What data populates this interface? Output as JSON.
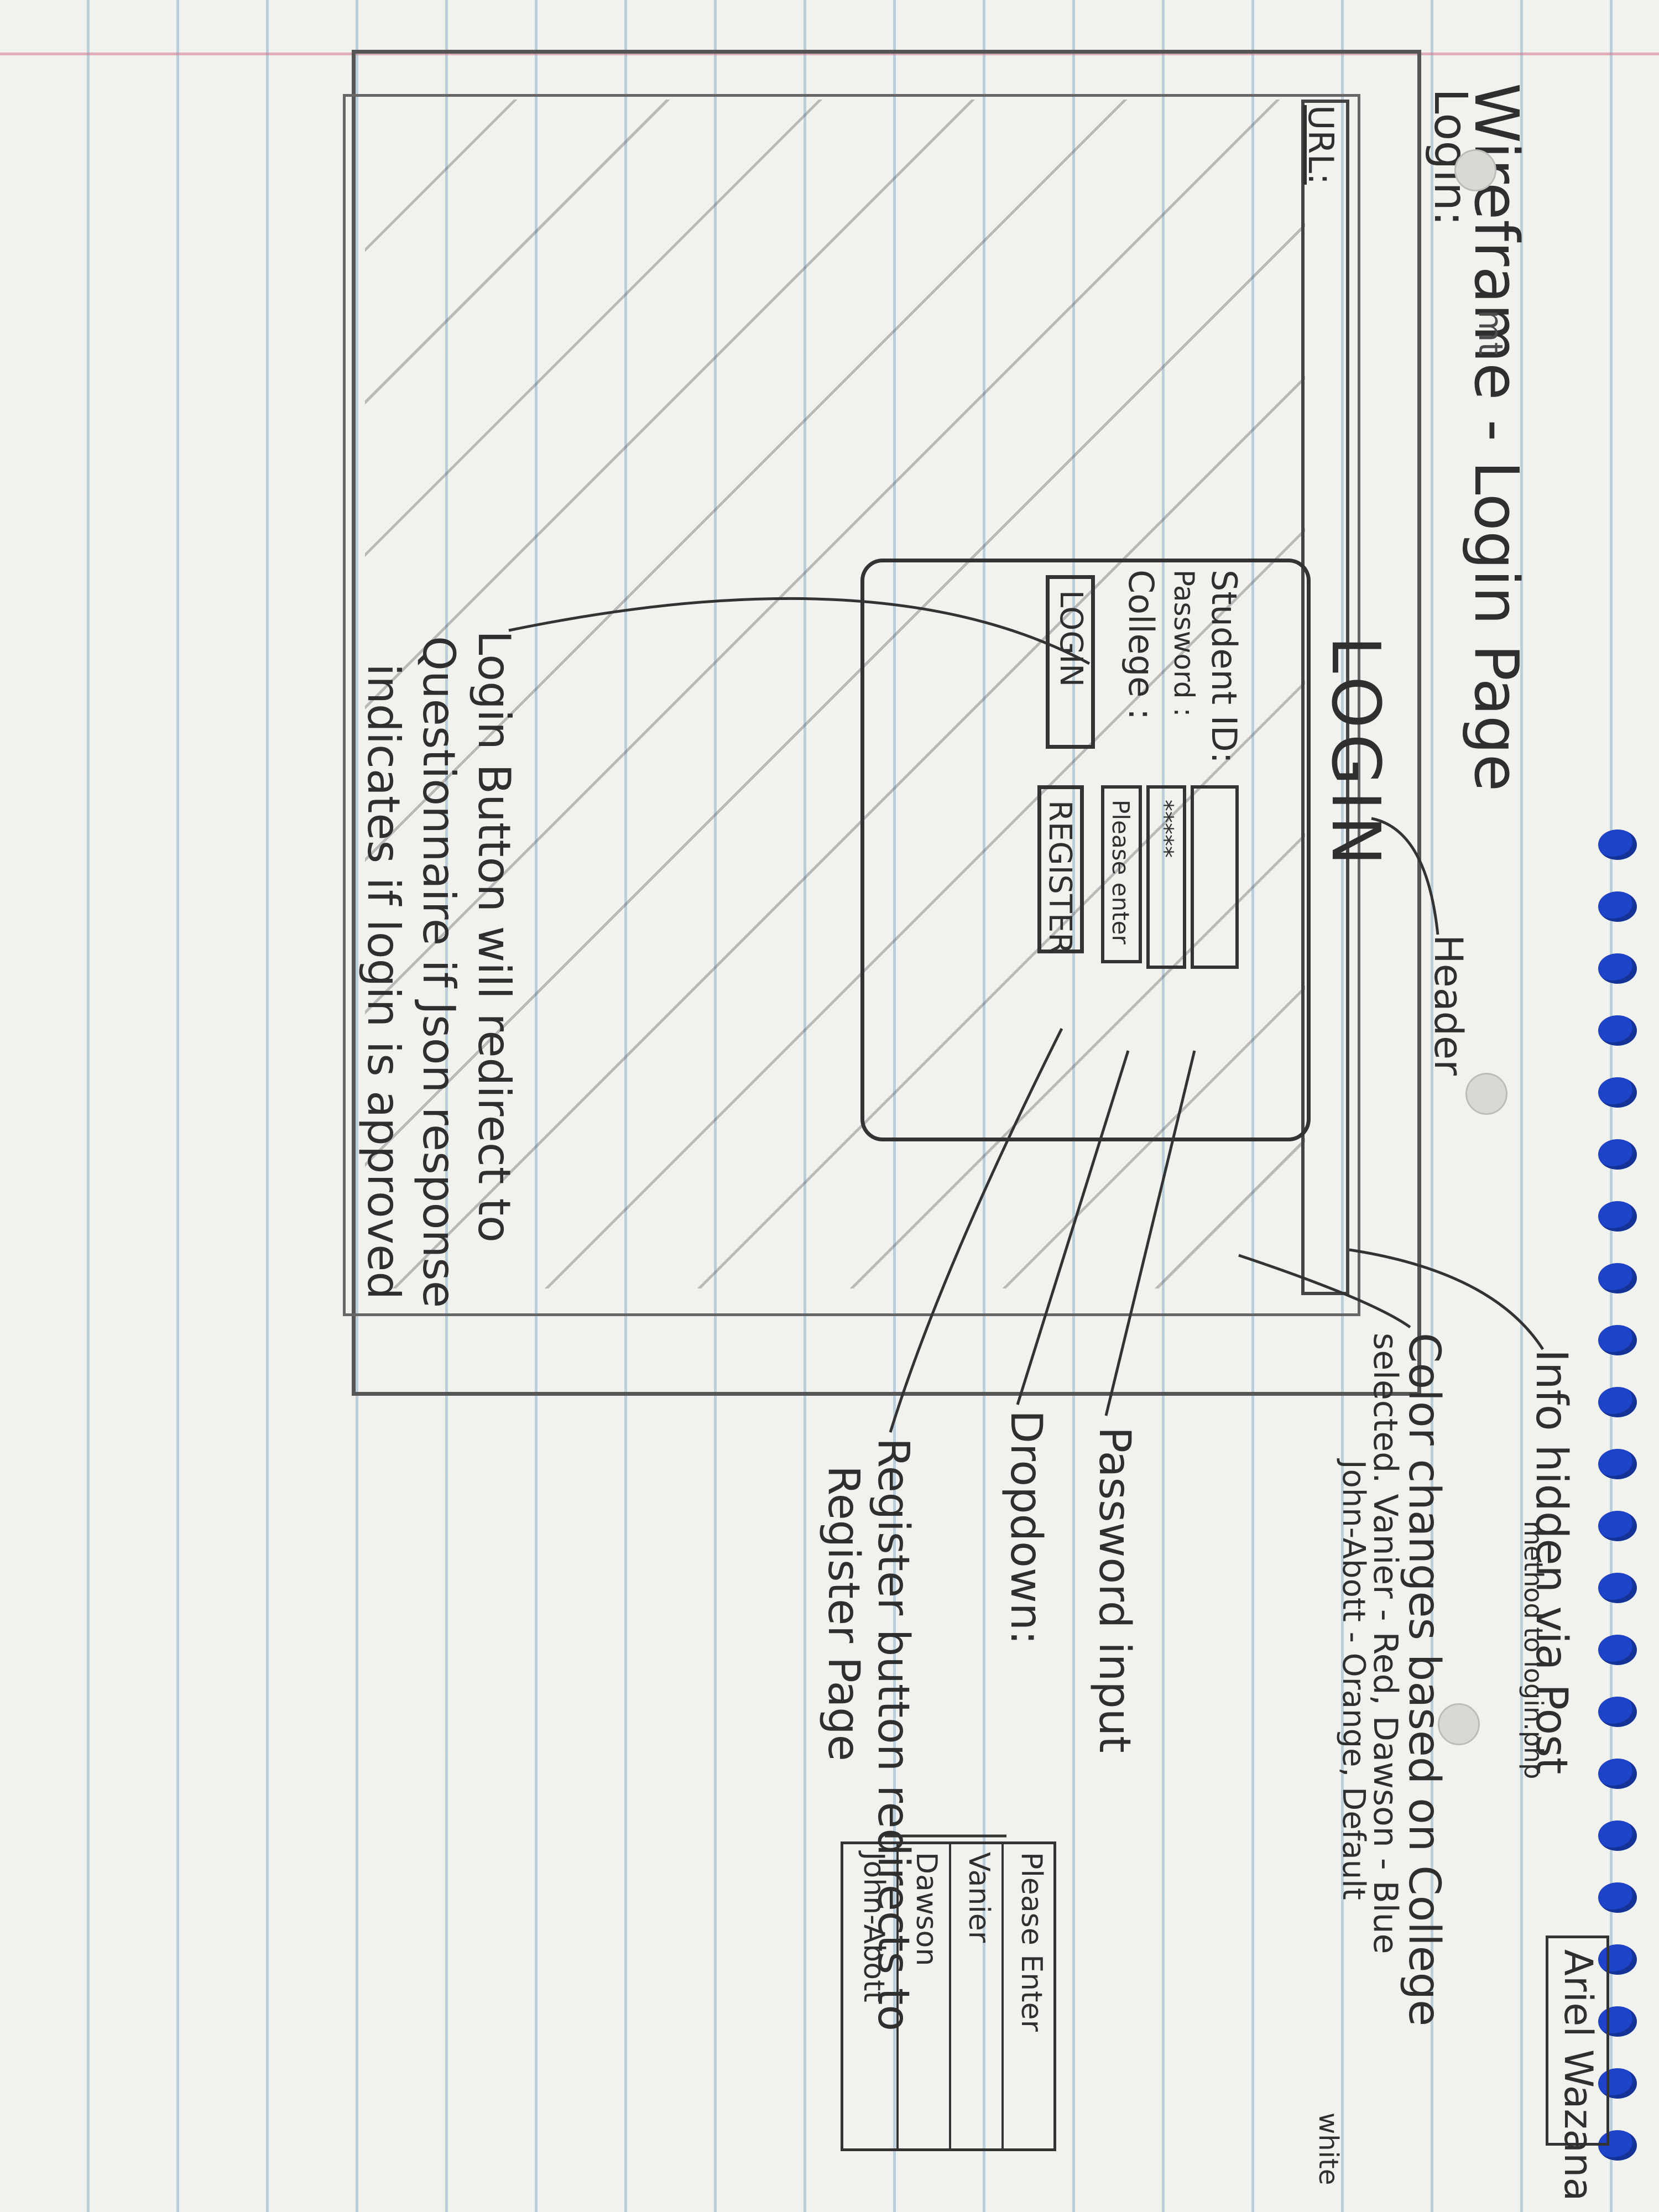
{
  "title": "Wireframe - Login Page",
  "login_label": "Login:",
  "mark": "mt",
  "url_label": "URL:",
  "header_note": "Header",
  "card": {
    "heading": "LOGIN",
    "student_id_label": "Student ID:",
    "password_label": "Password :",
    "college_label": "College :",
    "password_value": "*****",
    "college_value": "Please enter",
    "login_button": "LOGIN",
    "register_button": "REGISTER"
  },
  "annotations": {
    "info_hidden": "Info hidden via Post",
    "method": "method to login.php",
    "name": "Ariel Wazana",
    "color_line1": "Color changes based on College",
    "color_line2": "selected. Vanier - Red, Dawson - Blue",
    "color_line3": "John-Abott - Orange, Default",
    "color_line4": "white",
    "password_input": "Password input",
    "dropdown": "Dropdown:",
    "dropdown_options": [
      "Please Enter",
      "Vanier",
      "Dawson",
      "John-Abott"
    ],
    "register_line1": "Register button redirects to",
    "register_line2": "Register Page",
    "login_line1": "Login Button will redirect to",
    "login_line2": "Questionnaire if Json response",
    "login_line3": "indicates if login is approved"
  },
  "colors": {
    "paper": "#f1f1ee",
    "rule_line": "#5f96be",
    "ink": "#2f2f2f",
    "spiral": "#1c43c8"
  }
}
